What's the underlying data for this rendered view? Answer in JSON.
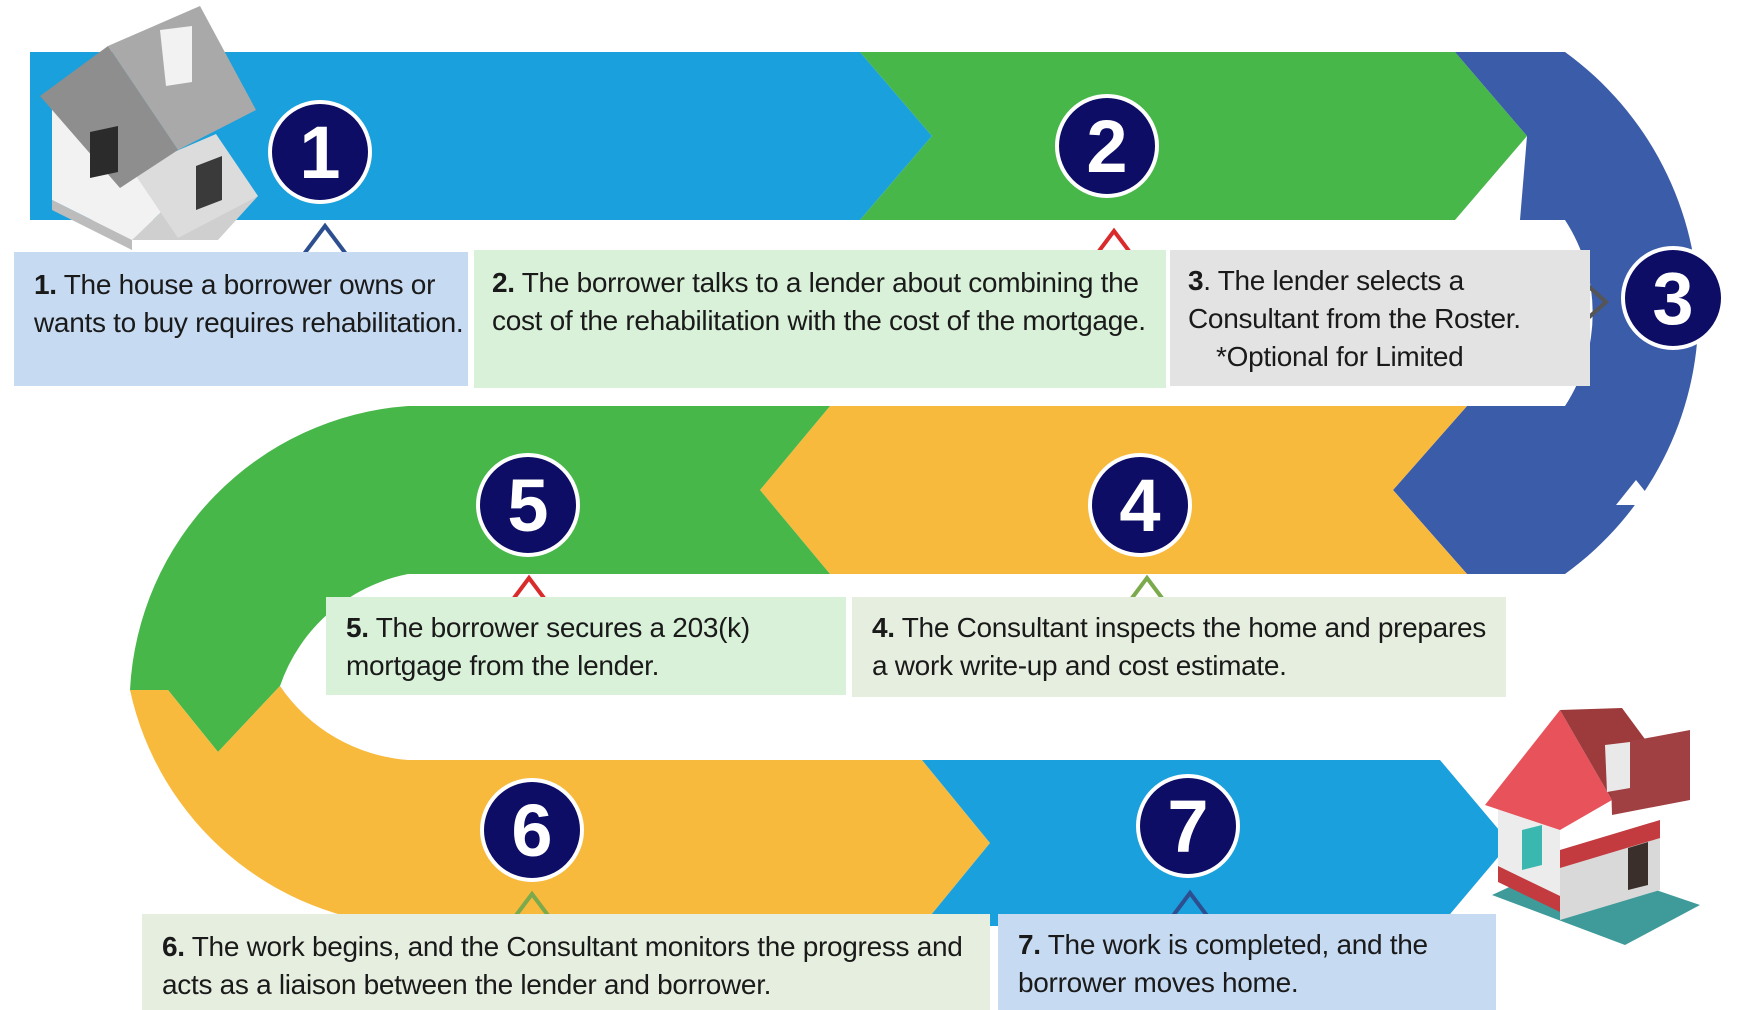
{
  "steps": [
    {
      "num": "1",
      "bold": "1.",
      "text": " The house a borrower owns or wants to buy requires rehabilitation."
    },
    {
      "num": "2",
      "bold": "2.",
      "text": " The borrower talks to a lender about combining the cost of the rehabilitation with the cost of the mortgage."
    },
    {
      "num": "3",
      "bold": "3",
      "text": ". The lender selects a Consultant from the Roster.",
      "note_mark": "*",
      "note": "Optional for Limited"
    },
    {
      "num": "4",
      "bold": "4.",
      "text": " The Consultant inspects the home and prepares a work write-up and cost estimate."
    },
    {
      "num": "5",
      "bold": "5.",
      "text": " The borrower secures a 203(k) mortgage from the lender."
    },
    {
      "num": "6",
      "bold": "6.",
      "text": " The work begins, and the Consultant monitors the progress and acts as a liaison between the lender and borrower."
    },
    {
      "num": "7",
      "bold": "7.",
      "text": " The work is completed, and the borrower moves home."
    }
  ],
  "colors": {
    "blue": "#1aa0dc",
    "green": "#47b749",
    "navy_band": "#3b5ca8",
    "orange": "#f8ba3d",
    "circle": "#0d0d66",
    "box_blue": "#c6daf2",
    "box_green": "#d8f1d8",
    "box_gray": "#e3e3e3",
    "box_sage": "#e6efdf"
  },
  "icons": [
    "house-start-icon",
    "house-finish-icon",
    "triangle-marker-icon",
    "play-arrow-icon"
  ]
}
